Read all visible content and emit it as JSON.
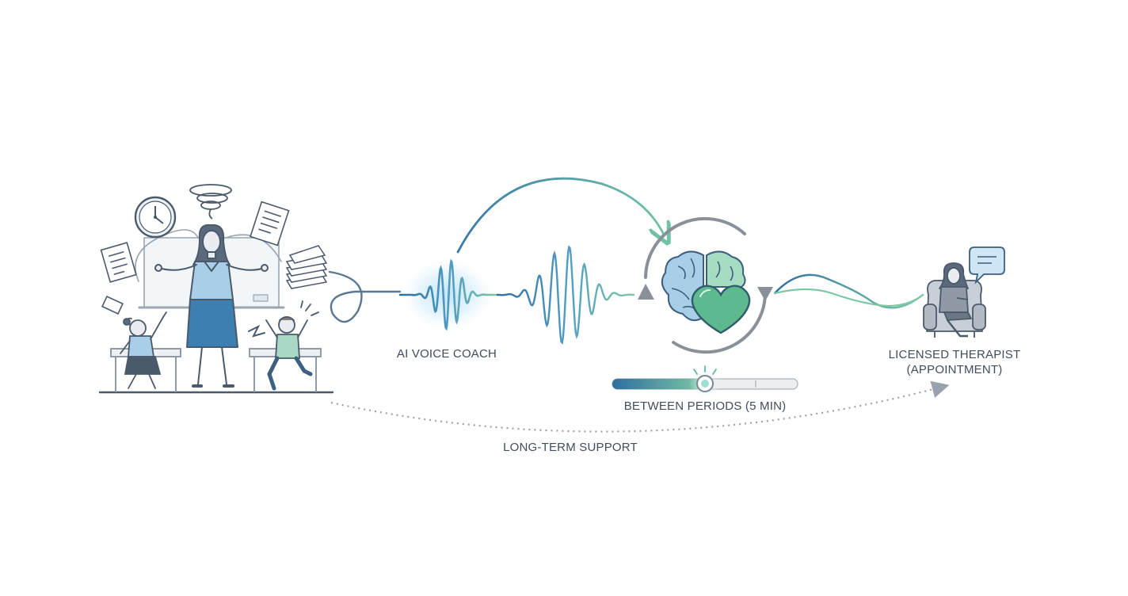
{
  "labels": {
    "ai_voice_coach": "AI VOICE COACH",
    "between_periods": "BETWEEN PERIODS (5 MIN)",
    "therapist_line1": "LICENSED THERAPIST",
    "therapist_line2": "(APPOINTMENT)",
    "long_term_support": "LONG-TERM SUPPORT"
  },
  "timer": {
    "progress": 0.5
  },
  "colors": {
    "line": "#4b5a6b",
    "blue": "#3d7fb0",
    "light_blue": "#a9cfe8",
    "teal": "#5fb9a0",
    "green": "#7cc8a4",
    "gray_arrow": "#8a9099",
    "dotted": "#9aa2ab"
  },
  "icons": [
    "overwhelmed-teacher-icon",
    "wall-clock-icon",
    "stress-swirl-icon",
    "flying-paper-icon",
    "paper-stack-icon",
    "child-girl-icon",
    "child-boy-icon",
    "voice-waveform-icon",
    "brain-heart-cycle-icon",
    "therapist-chair-icon",
    "speech-bubble-icon"
  ]
}
